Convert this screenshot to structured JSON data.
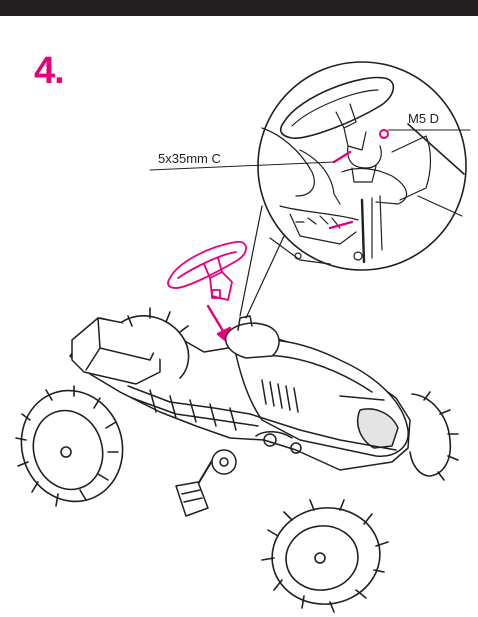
{
  "step": {
    "number": "4."
  },
  "callouts": {
    "nut": "M5 D",
    "screw": "5x35mm C"
  },
  "colors": {
    "accent": "#e6007e",
    "line": "#231f20",
    "bar": "#231f20"
  }
}
